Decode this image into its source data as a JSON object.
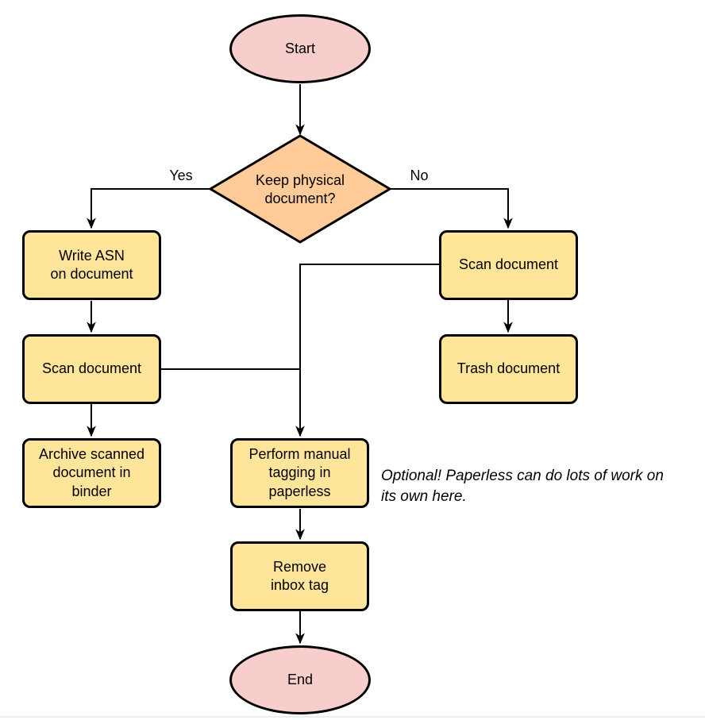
{
  "colors": {
    "terminal_fill": "#F8CECC",
    "decision_fill": "#FFCC99",
    "process_fill": "#FFE599",
    "stroke": "#000000"
  },
  "nodes": {
    "start": {
      "type": "terminal",
      "label": "Start"
    },
    "decision": {
      "type": "decision",
      "label": "Keep physical\ndocument?"
    },
    "write_asn": {
      "type": "process",
      "label": "Write ASN\non document"
    },
    "scan_left": {
      "type": "process",
      "label": "Scan document"
    },
    "archive": {
      "type": "process",
      "label": "Archive scanned\ndocument in\nbinder"
    },
    "scan_right": {
      "type": "process",
      "label": "Scan document"
    },
    "trash": {
      "type": "process",
      "label": "Trash document"
    },
    "tagging": {
      "type": "process",
      "label": "Perform manual\ntagging in\npaperless"
    },
    "remove_inbox": {
      "type": "process",
      "label": "Remove\ninbox tag"
    },
    "end": {
      "type": "terminal",
      "label": "End"
    }
  },
  "edge_labels": {
    "yes": "Yes",
    "no": "No"
  },
  "note": {
    "text": "Optional! Paperless can do lots of work on\nits own here."
  },
  "edges": [
    {
      "from": "start",
      "to": "decision",
      "label": ""
    },
    {
      "from": "decision",
      "to": "write_asn",
      "label": "Yes"
    },
    {
      "from": "decision",
      "to": "scan_right",
      "label": "No"
    },
    {
      "from": "write_asn",
      "to": "scan_left",
      "label": ""
    },
    {
      "from": "scan_left",
      "to": "archive",
      "label": ""
    },
    {
      "from": "scan_right",
      "to": "trash",
      "label": ""
    },
    {
      "from": "scan_left",
      "to": "tagging",
      "label": ""
    },
    {
      "from": "scan_right",
      "to": "tagging",
      "label": ""
    },
    {
      "from": "tagging",
      "to": "remove_inbox",
      "label": ""
    },
    {
      "from": "remove_inbox",
      "to": "end",
      "label": ""
    }
  ]
}
